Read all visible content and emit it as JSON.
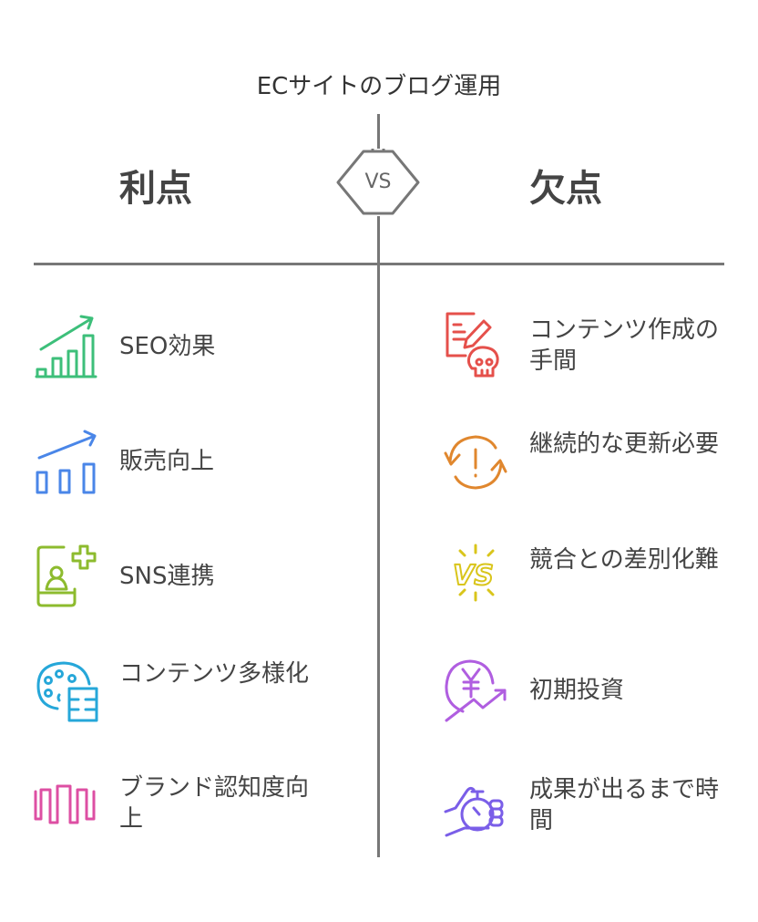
{
  "title": "ECサイトのブログ運用",
  "pros": {
    "heading": "利点",
    "items": [
      {
        "label": "SEO効果",
        "icon": "growth-chart-icon",
        "color": "#3dbf7a"
      },
      {
        "label": "販売向上",
        "icon": "bar-chart-up-icon",
        "color": "#4a86e8"
      },
      {
        "label": "SNS連携",
        "icon": "user-add-icon",
        "color": "#8dbb2e"
      },
      {
        "label": "コンテンツ多様化",
        "icon": "palette-icon",
        "color": "#26a7d9"
      },
      {
        "label": "ブランド認知度向上",
        "icon": "wave-icon",
        "color": "#dd4fa3"
      }
    ]
  },
  "vs_label": "VS",
  "cons": {
    "heading": "欠点",
    "items": [
      {
        "label": "コンテンツ作成の手間",
        "icon": "document-skull-icon",
        "color": "#e5504b"
      },
      {
        "label": "継続的な更新必要",
        "icon": "refresh-alert-icon",
        "color": "#e0872e"
      },
      {
        "label": "競合との差別化難",
        "icon": "versus-icon",
        "color": "#d9c51b"
      },
      {
        "label": "初期投資",
        "icon": "yen-growth-icon",
        "color": "#b05ee0"
      },
      {
        "label": "成果が出るまで時間",
        "icon": "hand-stopwatch-icon",
        "color": "#7a5ee8"
      }
    ]
  }
}
